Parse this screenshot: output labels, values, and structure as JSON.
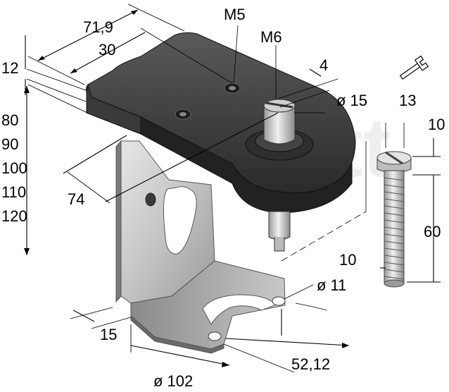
{
  "drawing": {
    "labels": {
      "m5": "M5",
      "m6": "M6",
      "d71_9": "71,9",
      "d30": "30",
      "d12": "12",
      "d4": "4",
      "dia15": "ø 15",
      "d13": "13",
      "d80": "80",
      "d90": "90",
      "d100": "100",
      "d110": "110",
      "d120": "120",
      "d74": "74",
      "d10_top": "10",
      "d60": "60",
      "d10_bolt": "10",
      "dia11": "ø 11",
      "d15": "15",
      "d52_12": "52,12",
      "dia102": "ø 102"
    },
    "icons": {
      "tool": "wrench-icon"
    }
  }
}
